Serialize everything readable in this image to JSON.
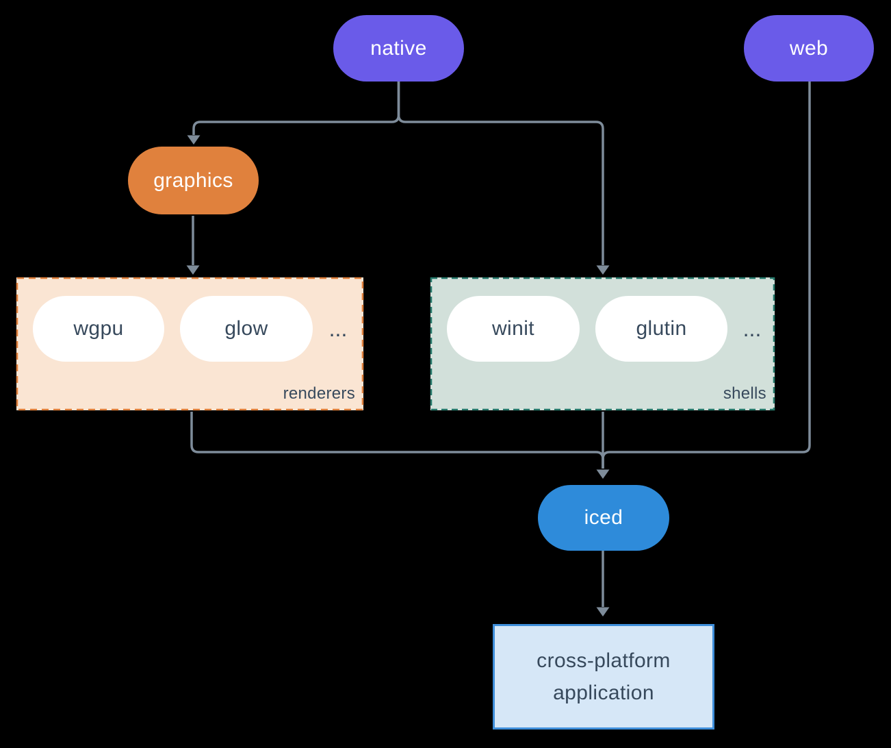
{
  "palette": {
    "background": "#000000",
    "connector": "#7e8c9a",
    "purple_node": "#6a5be9",
    "orange_node": "#e0813d",
    "blue_node": "#2e8bda",
    "white_node": "#ffffff",
    "renderers_bg": "#fae5d3",
    "renderers_border": "#e0803c",
    "shells_bg": "#d2e0da",
    "shells_border": "#26796b",
    "application_bg": "#d6e7f7",
    "application_border": "#3e8eda",
    "dark_text": "#37495c",
    "light_text": "#ffffff"
  },
  "nodes": {
    "native": {
      "label": "native"
    },
    "web": {
      "label": "web"
    },
    "graphics": {
      "label": "graphics"
    },
    "iced": {
      "label": "iced"
    }
  },
  "groups": {
    "renderers": {
      "label": "renderers",
      "items": [
        "wgpu",
        "glow"
      ],
      "ellipsis": "..."
    },
    "shells": {
      "label": "shells",
      "items": [
        "winit",
        "glutin"
      ],
      "ellipsis": "..."
    }
  },
  "application": {
    "line1": "cross-platform",
    "line2": "application"
  }
}
